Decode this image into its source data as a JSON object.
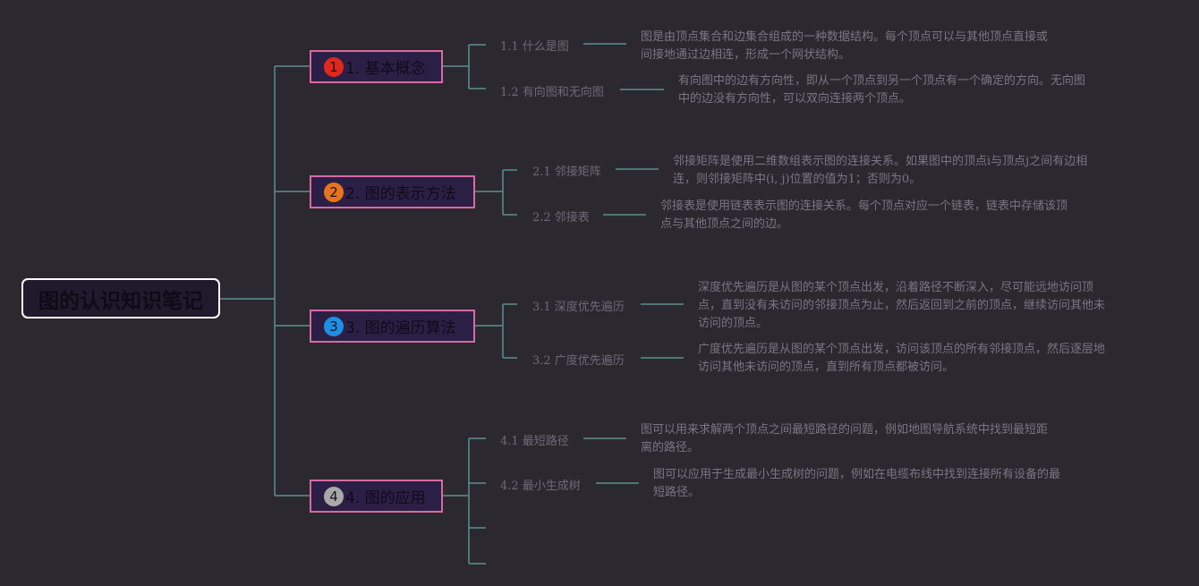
{
  "root": {
    "title": "图的认识知识笔记"
  },
  "branches": [
    {
      "number": "1",
      "title": "1. 基本概念",
      "badge_color": "#e0281c",
      "leaves": [
        {
          "label": "1.1 什么是图",
          "desc": [
            "图是由顶点集合和边集合组成的一种数据结构。每个顶点可以与其他顶点直接或",
            "间接地通过边相连，形成一个网状结构。"
          ]
        },
        {
          "label": "1.2 有向图和无向图",
          "desc": [
            "有向图中的边有方向性，即从一个顶点到另一个顶点有一个确定的方向。无向图",
            "中的边没有方向性，可以双向连接两个顶点。"
          ]
        }
      ]
    },
    {
      "number": "2",
      "title": "2. 图的表示方法",
      "badge_color": "#e9731c",
      "leaves": [
        {
          "label": "2.1 邻接矩阵",
          "desc": [
            "邻接矩阵是使用二维数组表示图的连接关系。如果图中的顶点i与顶点j之间有边相",
            "连，则邻接矩阵中(i, j)位置的值为1；否则为0。"
          ]
        },
        {
          "label": "2.2 邻接表",
          "desc": [
            "邻接表是使用链表表示图的连接关系。每个顶点对应一个链表，链表中存储该顶",
            "点与其他顶点之间的边。"
          ]
        }
      ]
    },
    {
      "number": "3",
      "title": "3. 图的遍历算法",
      "badge_color": "#1f8fe3",
      "leaves": [
        {
          "label": "3.1 深度优先遍历",
          "desc": [
            "深度优先遍历是从图的某个顶点出发，沿着路径不断深入，尽可能远地访问顶",
            "点，直到没有未访问的邻接顶点为止，然后返回到之前的顶点，继续访问其他未",
            "访问的顶点。"
          ]
        },
        {
          "label": "3.2 广度优先遍历",
          "desc": [
            "广度优先遍历是从图的某个顶点出发，访问该顶点的所有邻接顶点，然后逐层地",
            "访问其他未访问的顶点，直到所有顶点都被访问。"
          ]
        }
      ]
    },
    {
      "number": "4",
      "title": "4. 图的应用",
      "badge_color": "#a9a9a9",
      "leaves": [
        {
          "label": "4.1 最短路径",
          "desc": [
            "图可以用来求解两个顶点之间最短路径的问题，例如地图导航系统中找到最短距",
            "离的路径。"
          ]
        },
        {
          "label": "4.2 最小生成树",
          "desc": [
            "图可以应用于生成最小生成树的问题，例如在电缆布线中找到连接所有设备的最",
            "短路径。"
          ]
        }
      ]
    }
  ],
  "colors": {
    "connector": "#5d8f8a",
    "branch_border": "#d86aa2",
    "branch_fill": "#2c1f45"
  }
}
